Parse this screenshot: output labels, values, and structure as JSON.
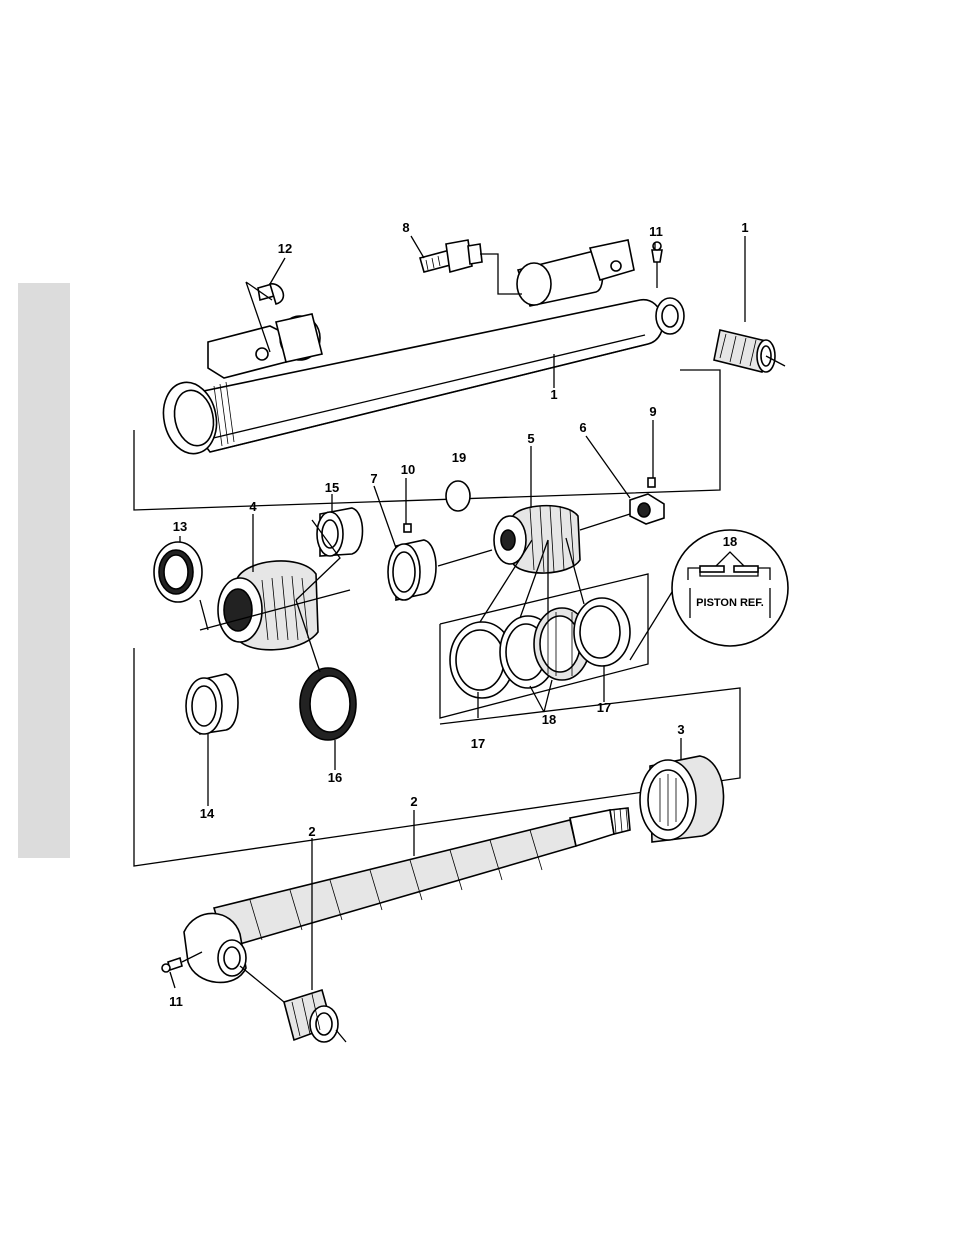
{
  "callouts": [
    {
      "id": "c1a",
      "text": "1"
    },
    {
      "id": "c1b",
      "text": "1"
    },
    {
      "id": "c2a",
      "text": "2"
    },
    {
      "id": "c2b",
      "text": "2"
    },
    {
      "id": "c3",
      "text": "3"
    },
    {
      "id": "c4",
      "text": "4"
    },
    {
      "id": "c5",
      "text": "5"
    },
    {
      "id": "c6",
      "text": "6"
    },
    {
      "id": "c7",
      "text": "7"
    },
    {
      "id": "c8",
      "text": "8"
    },
    {
      "id": "c9",
      "text": "9"
    },
    {
      "id": "c10",
      "text": "10"
    },
    {
      "id": "c11a",
      "text": "11"
    },
    {
      "id": "c11b",
      "text": "11"
    },
    {
      "id": "c12",
      "text": "12"
    },
    {
      "id": "c13",
      "text": "13"
    },
    {
      "id": "c14",
      "text": "14"
    },
    {
      "id": "c15",
      "text": "15"
    },
    {
      "id": "c16",
      "text": "16"
    },
    {
      "id": "c17a",
      "text": "17"
    },
    {
      "id": "c17b",
      "text": "17"
    },
    {
      "id": "c18a",
      "text": "18"
    },
    {
      "id": "c18b",
      "text": "18"
    },
    {
      "id": "c19",
      "text": "19"
    }
  ],
  "inset": {
    "label": "PISTON REF.",
    "callout": "18"
  },
  "colors": {
    "ink": "#000000",
    "tab": "#dcdcdc",
    "paper": "#ffffff"
  }
}
